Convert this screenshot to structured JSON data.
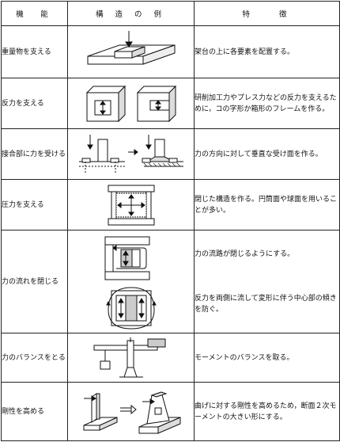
{
  "header": {
    "function": "機　能",
    "example": "構 造 の 例",
    "feature": "特　　徴"
  },
  "rows": [
    {
      "function": "重量物を支える",
      "feature": "架台の上に各要素を配置する。"
    },
    {
      "function": "反力を支える",
      "feature": "研削加工力やプレス力などの反力を支えるために，コの字形か箱形のフレームを作る。"
    },
    {
      "function": "接合部に力を受ける",
      "feature": "力の方向に対して垂直な受け面を作る。"
    },
    {
      "function": "圧力を支える",
      "feature": "閉じた構造を作る。円筒面や球面を用いることが多い。"
    },
    {
      "function": "力の流れを閉じる",
      "feature": "力の流路が閉じるようにする。",
      "feature2": "反力を両側に流して変形に伴う中心部の傾きを防ぐ。"
    },
    {
      "function": "力のバランスをとる",
      "feature": "モーメントのバランスを取る。"
    },
    {
      "function": "剛性を高める",
      "feature": "曲げに対する剛性を高めるため，断面２次モーメントの大きい形にする。"
    }
  ]
}
